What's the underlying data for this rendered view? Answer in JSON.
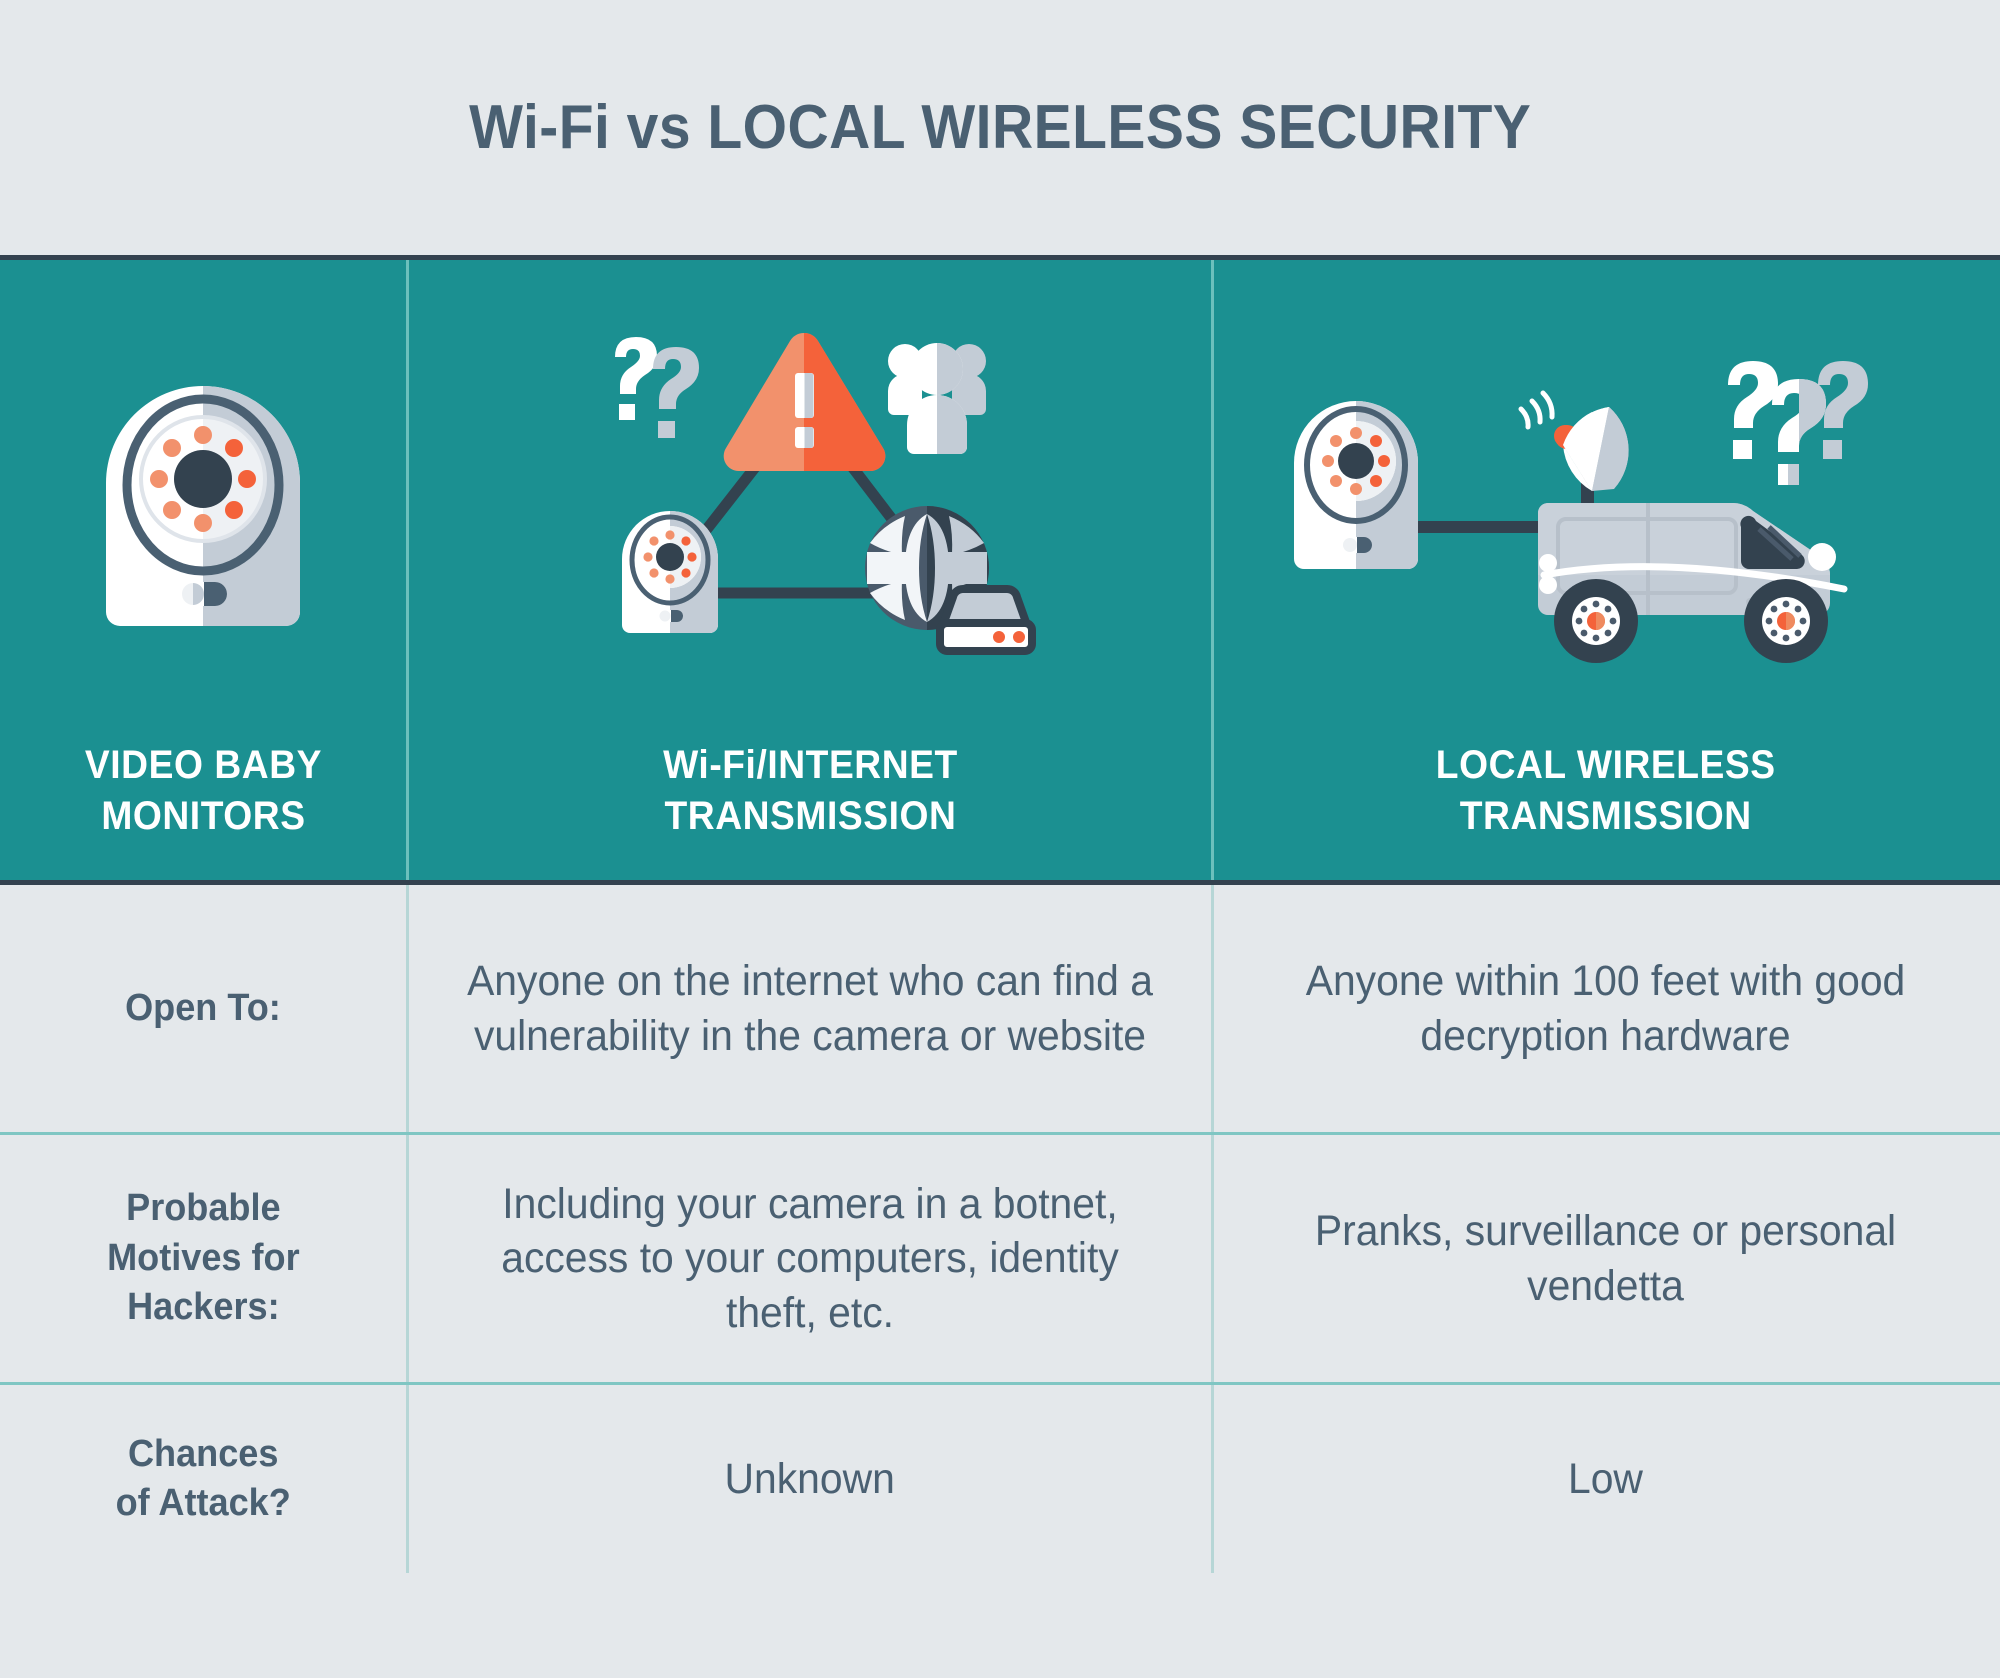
{
  "title": "Wi-Fi vs LOCAL WIRELESS SECURITY",
  "colors": {
    "background": "#e4e8eb",
    "header_teal": "#1b9091",
    "dark_slate": "#33424f",
    "text_slate": "#4a6072",
    "accent_orange": "#f4623a",
    "accent_orange_light": "#f2916c",
    "white": "#ffffff",
    "light_gray": "#c3ccd6",
    "divider_teal": "#7fc6c3"
  },
  "headers": [
    {
      "id": "video-baby-monitors",
      "label": "VIDEO BABY\nMONITORS",
      "art": "baby-monitor-camera"
    },
    {
      "id": "wifi-internet-transmission",
      "label": "Wi-Fi/INTERNET\nTRANSMISSION",
      "art": "wifi-threat-triangle-diagram"
    },
    {
      "id": "local-wireless-transmission",
      "label": "LOCAL WIRELESS\nTRANSMISSION",
      "art": "surveillance-van-diagram"
    }
  ],
  "rows": [
    {
      "id": "open-to",
      "label": "Open To:",
      "wifi": "Anyone on the internet who can find a vulnerability in the camera or website",
      "local": "Anyone within 100 feet with good decryption hardware"
    },
    {
      "id": "probable-motives-for-hackers",
      "label": "Probable\nMotives for\nHackers:",
      "wifi": "Including your camera in a botnet, access to your computers, identity theft, etc.",
      "local": "Pranks, surveillance or personal vendetta"
    },
    {
      "id": "chances-of-attack",
      "label": "Chances\nof Attack?",
      "wifi": "Unknown",
      "local": "Low"
    }
  ],
  "icons": {
    "camera": "baby-monitor-camera-icon",
    "warning": "warning-triangle-icon",
    "question_marks": "question-marks-icon",
    "people": "people-group-icon",
    "globe": "globe-icon",
    "router": "router-icon",
    "van": "surveillance-van-icon",
    "satellite_dish": "satellite-dish-icon"
  }
}
